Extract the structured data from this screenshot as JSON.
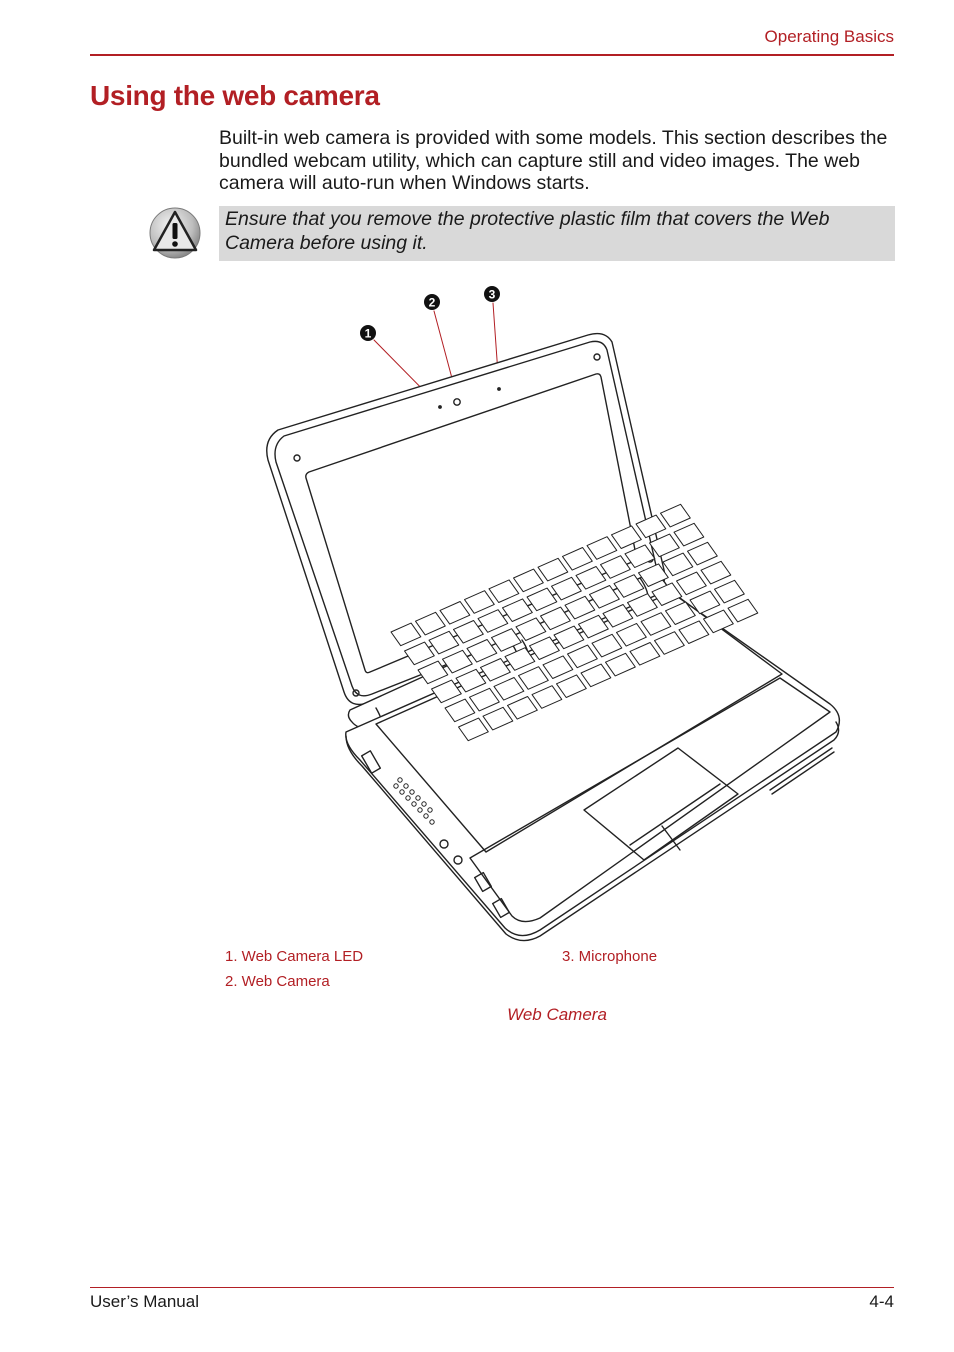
{
  "header": {
    "section": "Operating Basics"
  },
  "title": "Using the web camera",
  "intro": "Built-in web camera is provided with some models. This section describes the bundled webcam utility, which can capture still and video images. The web camera will auto-run when Windows starts.",
  "note": {
    "icon": "warning-icon",
    "text": "Ensure that you remove the protective plastic film that covers the Web Camera before using it."
  },
  "figure": {
    "markers": [
      "1",
      "2",
      "3"
    ],
    "callouts": [
      "1. Web Camera LED",
      "2. Web Camera",
      "3. Microphone"
    ],
    "caption": "Web Camera"
  },
  "footer": {
    "left": "User’s Manual",
    "right": "4-4"
  },
  "colors": {
    "accent": "#b21f24",
    "note_bg": "#d9d9d9"
  }
}
